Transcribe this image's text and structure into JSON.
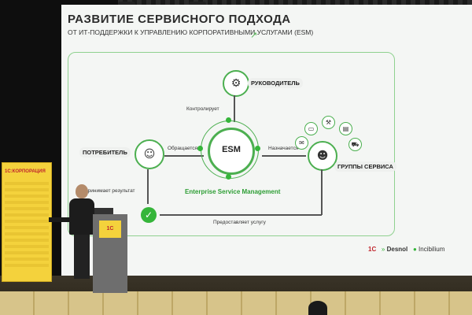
{
  "slide": {
    "title": "РАЗВИТИЕ СЕРВИСНОГО ПОДХОДА",
    "subtitle": "ОТ ИТ-ПОДДЕРЖКИ К УПРАВЛЕНИЮ КОРПОРАТИВНЫМИ УСЛУГАМИ (ESM)",
    "nodes": {
      "manager": "РУКОВОДИТЕЛЬ",
      "consumer": "ПОТРЕБИТЕЛЬ",
      "service_groups": "ГРУППЫ СЕРВИСА",
      "center": "ESM"
    },
    "edges": {
      "controls": "Контролирует",
      "requests": "Обращается",
      "assigned": "Назначается",
      "accepts": "Принимает результат",
      "provides": "Предоставляет услугу"
    },
    "caption": "Enterprise Service Management",
    "logos": [
      "Desnol",
      "Incibilium"
    ]
  },
  "banner": {
    "heading": "1С:КОРПОРАЦИЯ"
  },
  "podium": {
    "sign": "1С"
  },
  "colors": {
    "accent": "#35b53a",
    "banner": "#f4d23c",
    "brand_red": "#c0262d"
  },
  "icons": [
    "manager-icon",
    "consumer-icon",
    "service-group-icon",
    "check-icon"
  ]
}
